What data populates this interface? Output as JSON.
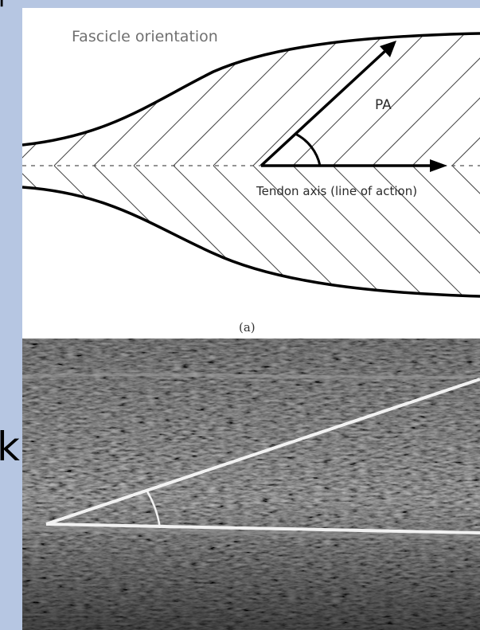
{
  "side_glyphs": {
    "top": "P",
    "middle": "k"
  },
  "diagram": {
    "title": "Fascicle orientation",
    "angle_label": "PA",
    "axis_label": "Tendon axis (line of action)",
    "caption": "(a)"
  },
  "colors": {
    "slide_background": "#b6c6e2",
    "diagram_background": "#ffffff",
    "ultrasound_background": "#151515",
    "measurement_lines": "#f2f2f2"
  },
  "ultrasound": {
    "description_icon": "ultrasound-image",
    "has_angle_arc": true
  }
}
